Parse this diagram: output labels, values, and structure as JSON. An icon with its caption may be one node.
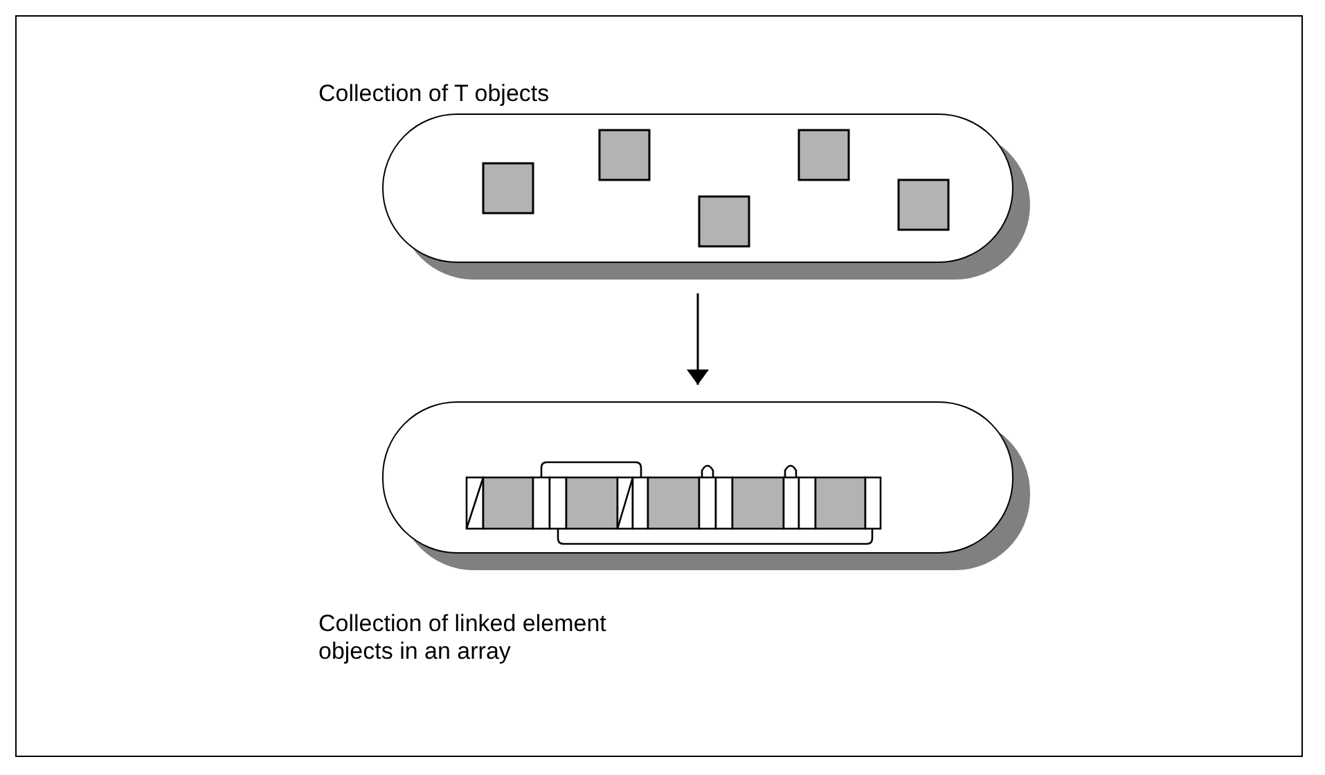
{
  "diagram": {
    "nodes": [
      {
        "text": [
          "Collection of T objects"
        ]
      },
      {
        "text": [
          "Collection of linked element objects in an array"
        ]
      }
    ],
    "edges": [
      {
        "from": 0,
        "to": 1,
        "arrow": "to"
      }
    ]
  }
}
